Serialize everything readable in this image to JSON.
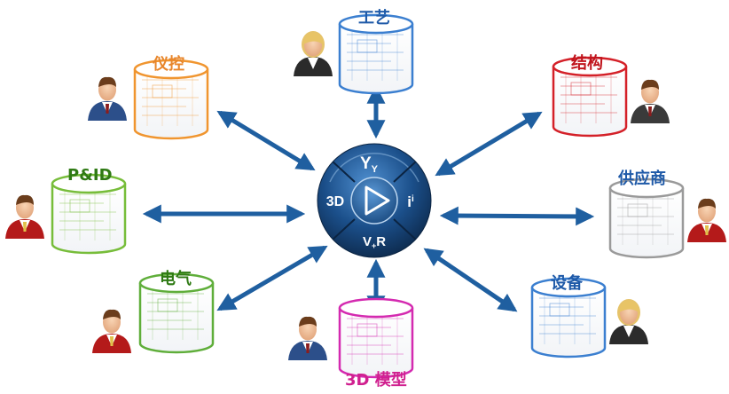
{
  "hub": {
    "top_label": "Y",
    "top_sub": "Y",
    "left_label": "3D",
    "right_label": "i",
    "right_sup": "i",
    "bottom_label": "V",
    "bottom_sub": "+",
    "bottom_label2": "R"
  },
  "nodes": {
    "process": {
      "label": "工艺",
      "label_color": "#1f5aa8",
      "cyl_color": "#3b7fd0",
      "person": "female"
    },
    "instrument": {
      "label": "仪控",
      "label_color": "#e8862b",
      "cyl_color": "#f0952f",
      "person": "male-blue"
    },
    "structure": {
      "label": "结构",
      "label_color": "#c0141c",
      "cyl_color": "#d42028",
      "person": "male-dark"
    },
    "pid": {
      "label": "P&ID",
      "label_color": "#2f7a14",
      "cyl_color": "#77bd3a",
      "person": "male-red"
    },
    "supplier": {
      "label": "供应商",
      "label_color": "#1f5aa8",
      "cyl_color": "#9a9a9a",
      "person": "male-red"
    },
    "electrical": {
      "label": "电气",
      "label_color": "#2f7a14",
      "cyl_color": "#5fae3a",
      "person": "male-red"
    },
    "model3d": {
      "label": "3D 模型",
      "label_color": "#d0208f",
      "cyl_color": "#d42ab0",
      "person": "male-blue"
    },
    "equipment": {
      "label": "设备",
      "label_color": "#1f5aa8",
      "cyl_color": "#3b7fd0",
      "person": "female"
    }
  },
  "colors": {
    "arrow": "#1f5fa0",
    "hub_dark": "#0d2c52",
    "hub_light": "#3e7fc0"
  }
}
